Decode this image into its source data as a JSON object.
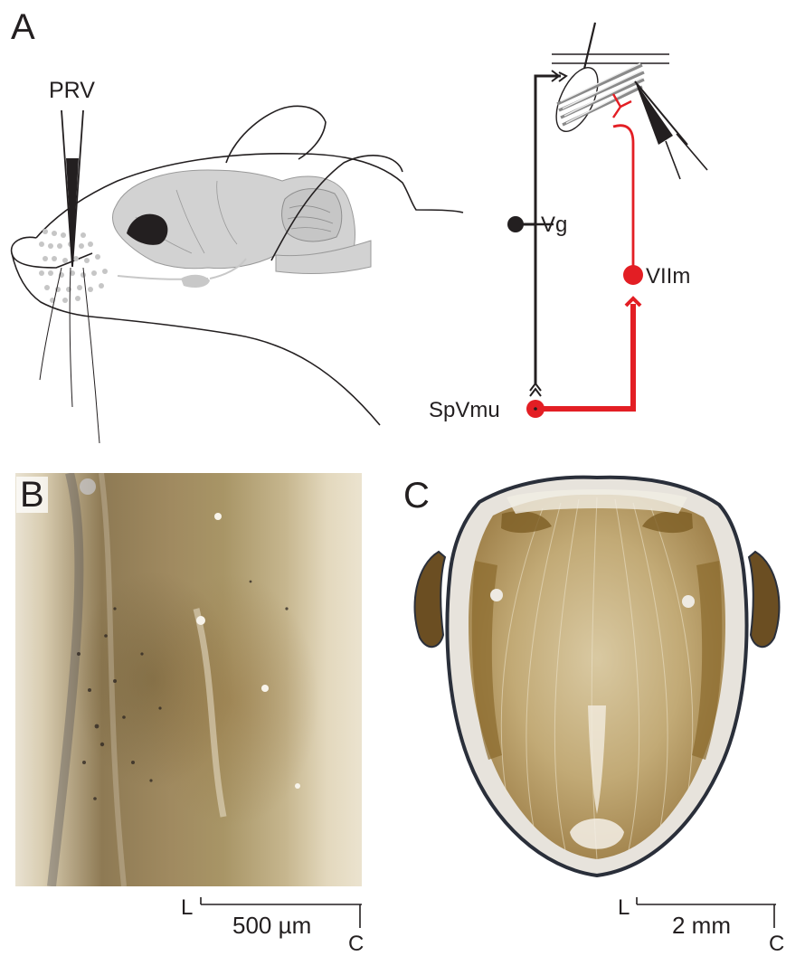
{
  "panels": {
    "a": {
      "letter": "A",
      "pipette_label": "PRV",
      "circuit": {
        "ganglion_label": "Vg",
        "motor_label": "VIIm",
        "sp_label": "SpVmu"
      },
      "colors": {
        "sensory": "#231f20",
        "motor": "#e31e24",
        "brain": "#d2d2d2"
      }
    },
    "b": {
      "letter": "B",
      "scale_bar": {
        "value_label": "500 µm",
        "lateral": "L",
        "caudal": "C"
      }
    },
    "c": {
      "letter": "C",
      "scale_bar": {
        "value_label": "2 mm",
        "lateral": "L",
        "caudal": "C"
      }
    }
  }
}
